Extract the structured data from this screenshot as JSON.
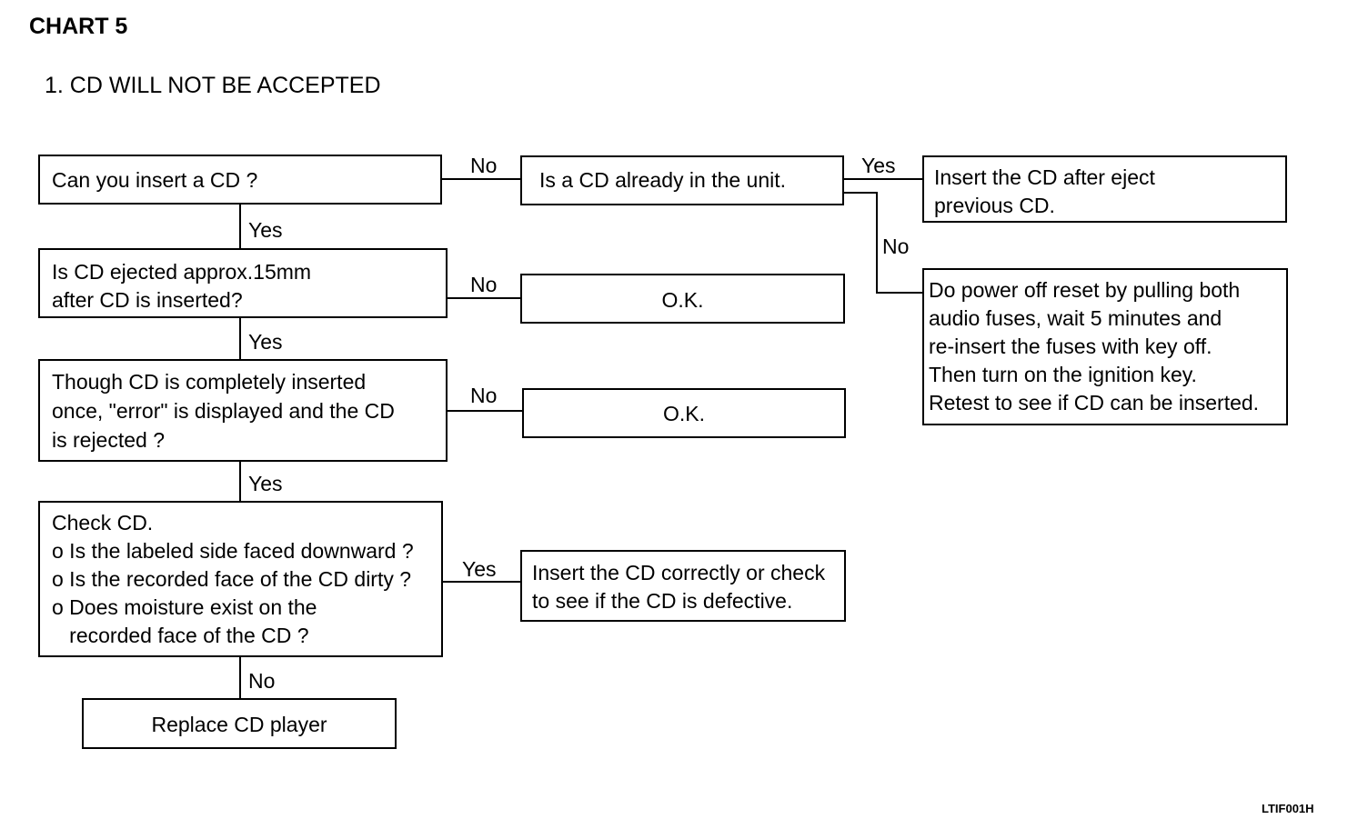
{
  "header": {
    "chart_title": "CHART 5",
    "section_title": "1.  CD WILL NOT BE ACCEPTED"
  },
  "nodes": {
    "insert_question": {
      "lines": [
        "Can you insert a CD ?"
      ]
    },
    "already_in_unit": {
      "lines": [
        "Is a CD already in the unit."
      ]
    },
    "eject_previous": {
      "lines": [
        "Insert the CD after eject",
        "previous CD."
      ]
    },
    "power_reset": {
      "lines": [
        "Do power off reset by pulling both",
        "audio fuses, wait 5 minutes and",
        "re-insert the fuses with key off.",
        "Then turn on the ignition key.",
        "Retest to see  if CD can be inserted."
      ]
    },
    "ejected_15mm": {
      "lines": [
        "Is CD ejected approx.15mm",
        "after CD is inserted?"
      ]
    },
    "ok_1": {
      "lines": [
        "O.K."
      ]
    },
    "error_displayed": {
      "lines": [
        "Though CD is completely inserted",
        "once, \"error\" is displayed and the CD",
        "is rejected ?"
      ]
    },
    "ok_2": {
      "lines": [
        "O.K."
      ]
    },
    "check_cd": {
      "lines": [
        "Check CD.",
        "o Is the labeled side faced downward ?",
        "o Is the recorded face of the CD dirty ?",
        "o Does moisture exist on the",
        "   recorded face of the CD ?"
      ]
    },
    "insert_correctly": {
      "lines": [
        "Insert the CD correctly or check",
        "to see if the CD is defective."
      ]
    },
    "replace_player": {
      "lines": [
        "Replace CD player"
      ]
    }
  },
  "edges": {
    "insert_to_unit": "No",
    "unit_to_eject": "Yes",
    "unit_to_reset": "No",
    "insert_to_ejected": "Yes",
    "ejected_to_ok": "No",
    "ejected_to_error": "Yes",
    "error_to_ok": "No",
    "error_to_check": "Yes",
    "check_to_insert_correctly": "Yes",
    "check_to_replace": "No"
  },
  "footer": {
    "code": "LTIF001H"
  }
}
